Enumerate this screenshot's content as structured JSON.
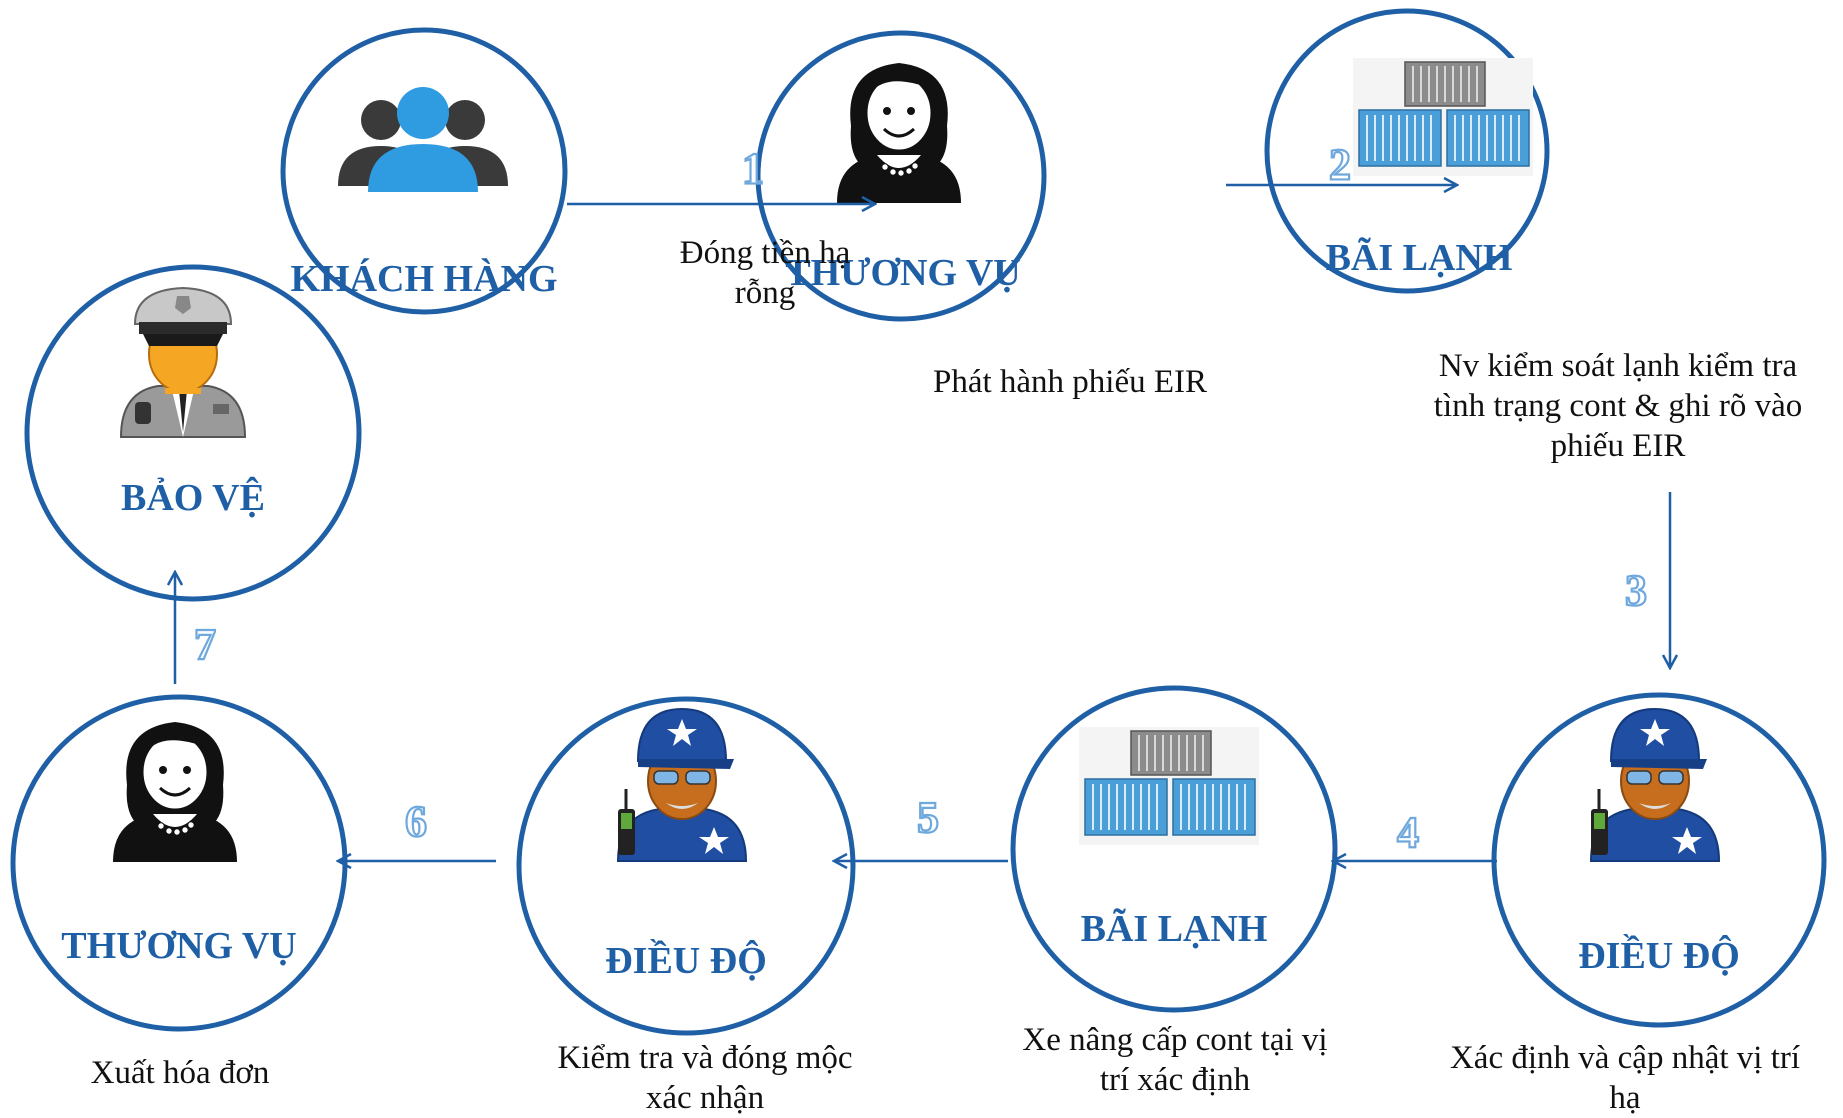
{
  "nodes": {
    "khach_hang": {
      "title": "KHÁCH HÀNG"
    },
    "thuong_vu_top": {
      "title": "THƯƠNG VỤ"
    },
    "bai_lanh_top": {
      "title": "BÃI LẠNH"
    },
    "bao_ve": {
      "title": "BẢO VỆ"
    },
    "dieu_do_right": {
      "title": "ĐIỀU ĐỘ"
    },
    "bai_lanh_bottom": {
      "title": "BÃI LẠNH"
    },
    "dieu_do_left": {
      "title": "ĐIỀU ĐỘ"
    },
    "thuong_vu_bottom": {
      "title": "THƯƠNG VỤ"
    }
  },
  "captions": {
    "step1": [
      "Đóng tiền hạ",
      "rỗng"
    ],
    "thuong_vu_top": [
      "Phát hành phiếu EIR"
    ],
    "bai_lanh_top": [
      "Nv kiểm soát lạnh kiểm tra",
      "tình trạng cont & ghi rõ vào",
      "phiếu EIR"
    ],
    "dieu_do_right": [
      "Xác định và cập nhật vị trí",
      "hạ"
    ],
    "bai_lanh_bottom": [
      "Xe nâng cấp cont tại vị",
      "trí xác định"
    ],
    "dieu_do_left": [
      "Kiểm tra và đóng mộc",
      "xác nhận"
    ],
    "thuong_vu_bottom": [
      "Xuất hóa đơn"
    ]
  },
  "steps": [
    "1",
    "2",
    "3",
    "4",
    "5",
    "6",
    "7"
  ],
  "icons": {
    "khach_hang": "customers-group-icon",
    "thuong_vu": "woman-clerk-icon",
    "bai_lanh": "containers-icon",
    "bao_ve": "security-guard-icon",
    "dieu_do": "dispatcher-radio-icon"
  },
  "colors": {
    "circle": "#1f5fa6",
    "title": "#1f5fa6",
    "arrow": "#1f5fa6",
    "step_number": "#6fa8dc",
    "container_blue": "#4a9fd8"
  }
}
